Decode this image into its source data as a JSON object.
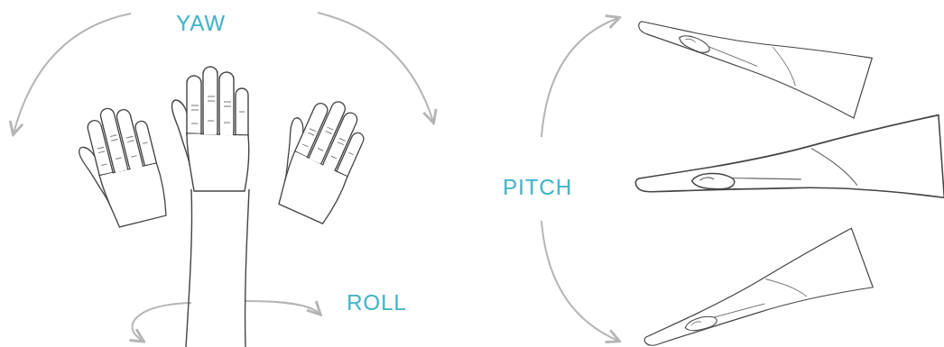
{
  "diagram": {
    "labels": [
      "YAW",
      "ROLL",
      "PITCH"
    ]
  }
}
